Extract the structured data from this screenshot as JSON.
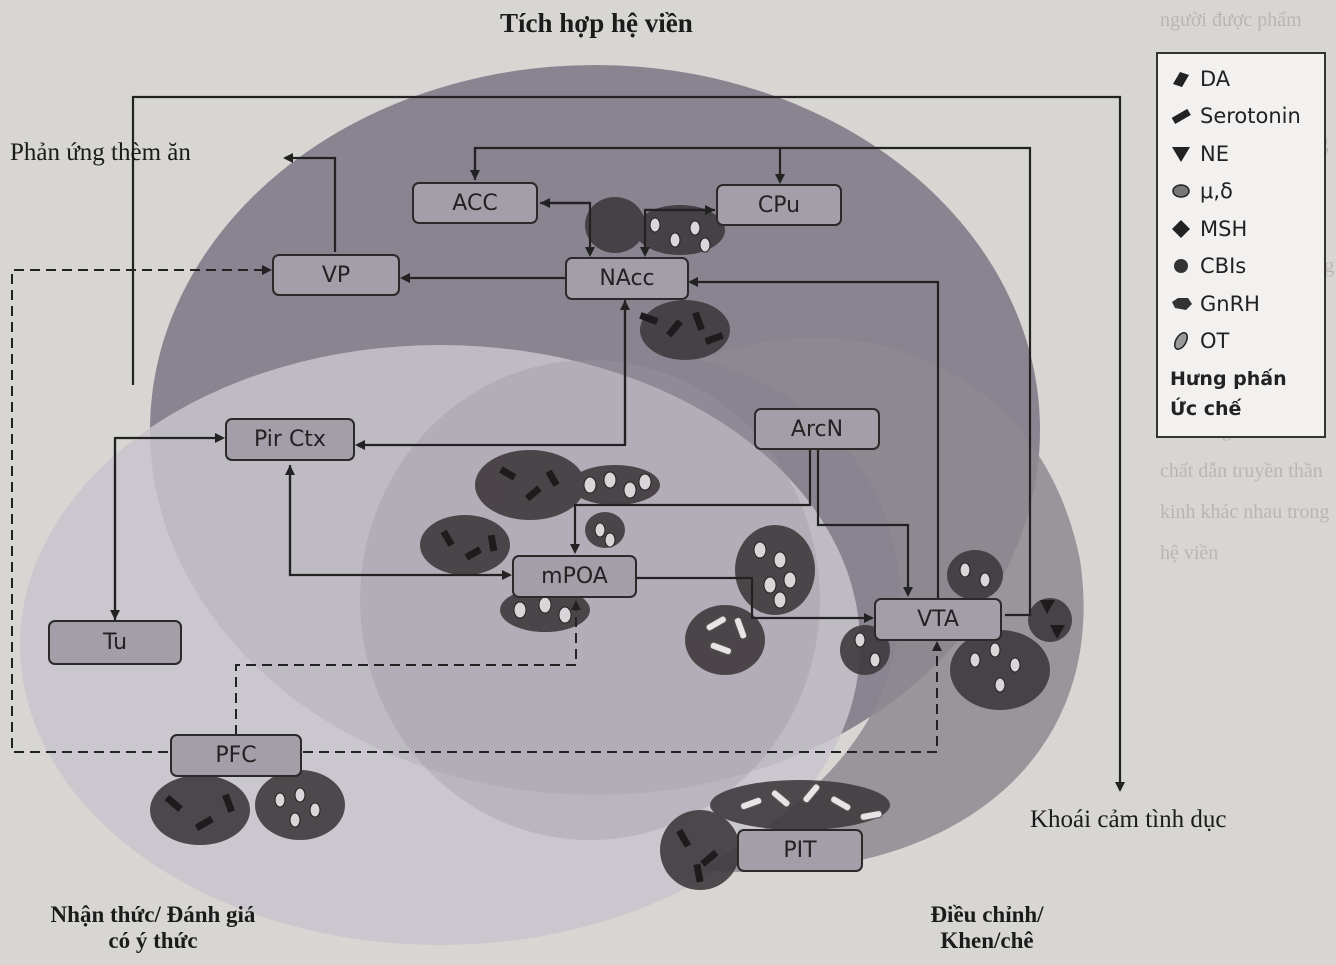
{
  "background_text": "người được phẩm thần kinh cũng như các bệnh lý của hệ thần kinh trung ương và hệ thống nội tiết, hưng phấn dục tính giữ vai trò quan trọng trong đời sống sinh sản của con người được điều hòa bởi các vùng não và các chất dẫn truyền thần kinh khác nhau trong hệ viền",
  "title": "Tích hợp hệ viền",
  "labels": {
    "appetitive": "Phản ứng thèm ăn",
    "pleasure": "Khoái cảm tình dục",
    "cognition_line1": "Nhận thức/ Đánh giá",
    "cognition_line2": "có ý thức",
    "regulation_line1": "Điều chỉnh/",
    "regulation_line2": "Khen/chê"
  },
  "nodes": {
    "acc": "ACC",
    "cpu": "CPu",
    "vp": "VP",
    "nacc": "NAcc",
    "pirctx": "Pir Ctx",
    "arcn": "ArcN",
    "mpoa": "mPOA",
    "vta": "VTA",
    "tu": "Tu",
    "pfc": "PFC",
    "pit": "PIT"
  },
  "legend": {
    "items": [
      {
        "symbol": "da-icon",
        "label": "DA"
      },
      {
        "symbol": "serotonin-icon",
        "label": "Serotonin"
      },
      {
        "symbol": "ne-icon",
        "label": "NE"
      },
      {
        "symbol": "mu-delta-icon",
        "label": "μ,δ"
      },
      {
        "symbol": "msh-icon",
        "label": "MSH"
      },
      {
        "symbol": "cb1-icon",
        "label": "CBIs"
      },
      {
        "symbol": "gnrh-icon",
        "label": "GnRH"
      },
      {
        "symbol": "ot-icon",
        "label": "OT"
      }
    ],
    "excitatory": "Hưng phấn",
    "inhibitory": "Ức chế"
  },
  "colors": {
    "limbic_region": "#857f8c",
    "cognition_region": "#c7c2cb",
    "regulation_region": "#8f8a91",
    "node_fill": "#a39ea8",
    "cluster": "#3f3a3e"
  }
}
